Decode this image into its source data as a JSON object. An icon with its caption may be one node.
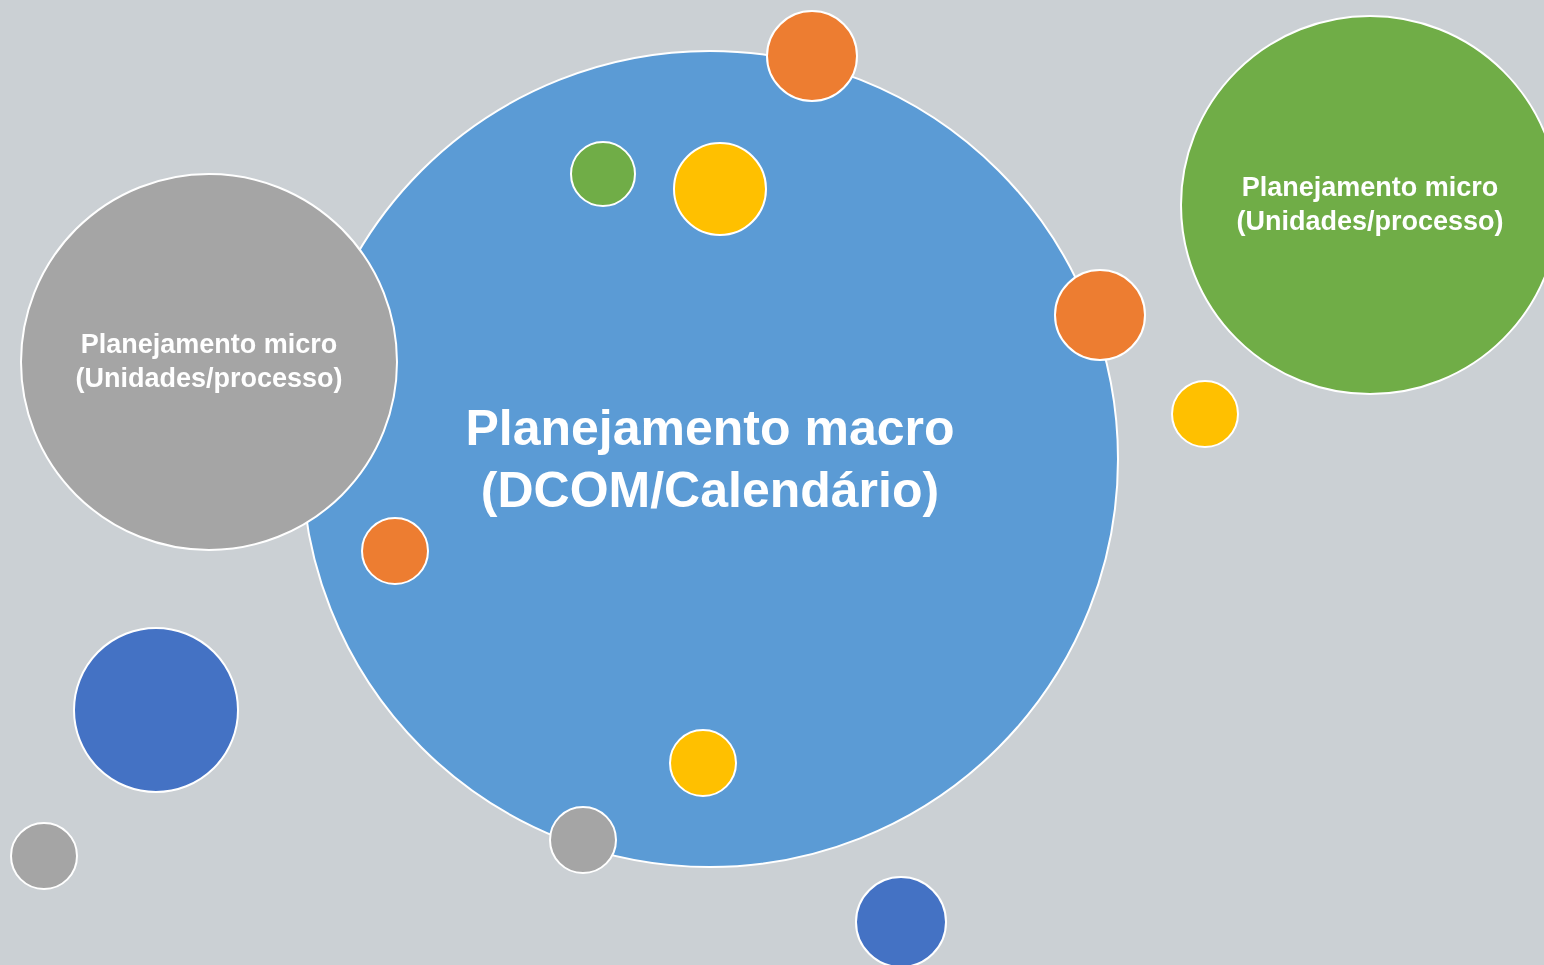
{
  "diagram": {
    "nodes": [
      {
        "text": [
          "Planejamento macro (DCOM/Calendário)"
        ]
      },
      {
        "text": [
          "Planejamento micro (Unidades/processo)"
        ]
      },
      {
        "text": [
          "Planejamento micro (Unidades/processo)"
        ]
      },
      {
        "text": [],
        "shape": "circle"
      },
      {
        "text": [],
        "shape": "circle"
      },
      {
        "text": [],
        "shape": "circle",
        "in": 0
      },
      {
        "text": [],
        "shape": "circle"
      },
      {
        "text": [],
        "shape": "circle",
        "in": 0
      },
      {
        "text": [],
        "shape": "circle",
        "in": 0
      },
      {
        "text": [],
        "shape": "circle",
        "in": 0
      },
      {
        "text": [],
        "shape": "circle"
      },
      {
        "text": [],
        "shape": "circle"
      },
      {
        "text": [],
        "shape": "circle"
      },
      {
        "text": [],
        "shape": "circle"
      }
    ]
  }
}
